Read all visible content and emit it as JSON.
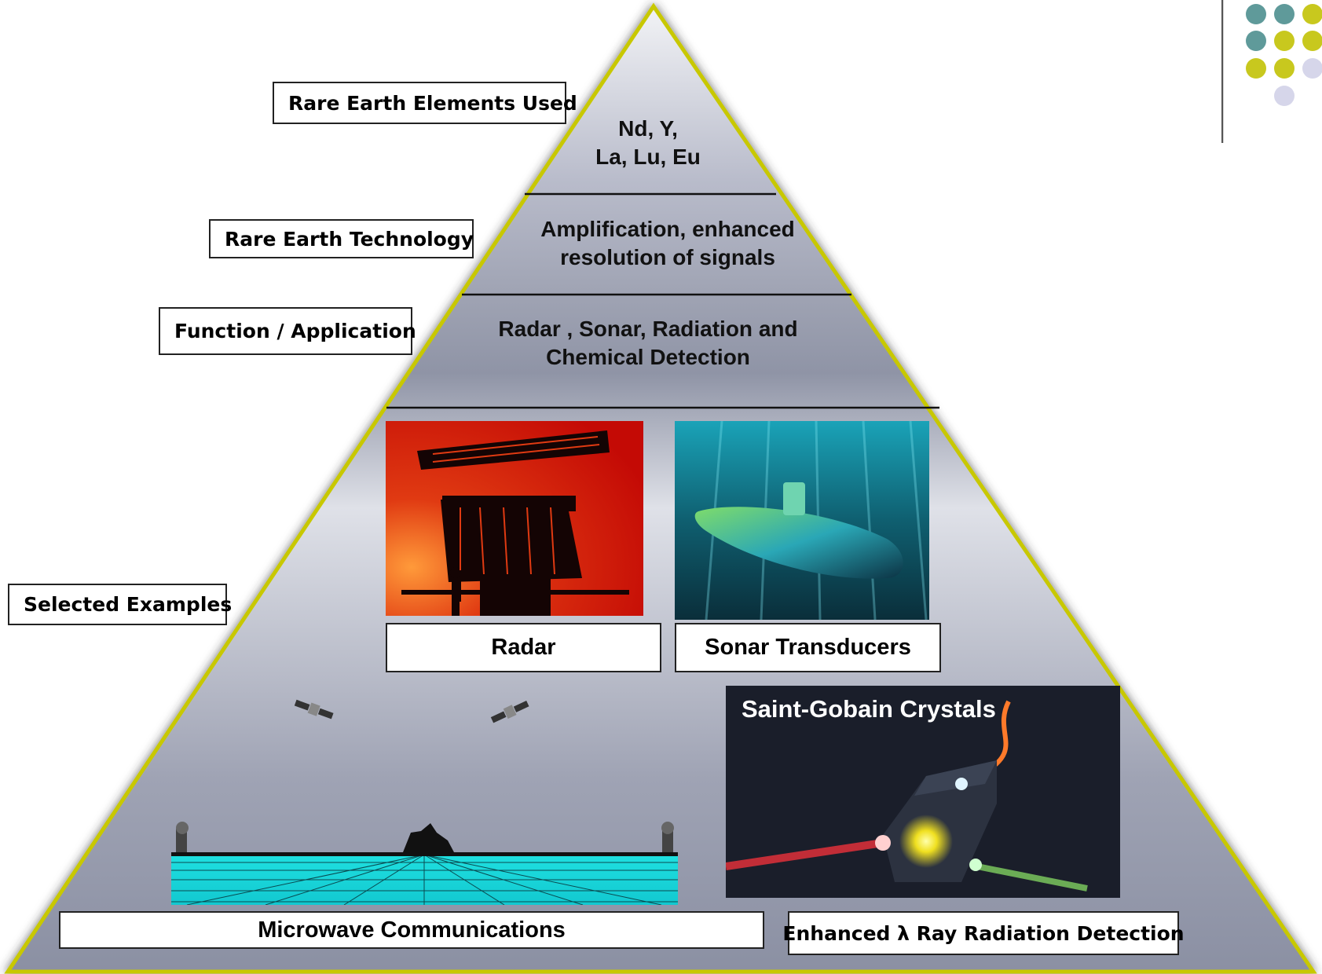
{
  "labels": {
    "rare_earth_elements_used": "Rare Earth Elements Used",
    "rare_earth_technology": "Rare Earth Technology",
    "function_application": "Function / Application",
    "selected_examples": "Selected Examples"
  },
  "tiers": {
    "elements_line1": "Nd, Y,",
    "elements_line2": "La, Lu, Eu",
    "technology_line1": "Amplification, enhanced",
    "technology_line2": "resolution  of signals",
    "application_line1": "Radar , Sonar, Radiation  and",
    "application_line2": "Chemical  Detection"
  },
  "examples": {
    "radar": "Radar",
    "sonar": "Sonar Transducers",
    "saint_gobain": "Saint-Gobain Crystals",
    "microwave": "Microwave Communications",
    "radiation": "Enhanced λ Ray  Radiation Detection"
  },
  "colors": {
    "pyramid_border": "#c8c800",
    "pyramid_fill_light": "#eceef3",
    "pyramid_fill_dark": "#8f94a6",
    "dot_teal": "#5f9a9a",
    "dot_yellow": "#c8c81e",
    "dot_lavender": "#d6d6ea"
  }
}
